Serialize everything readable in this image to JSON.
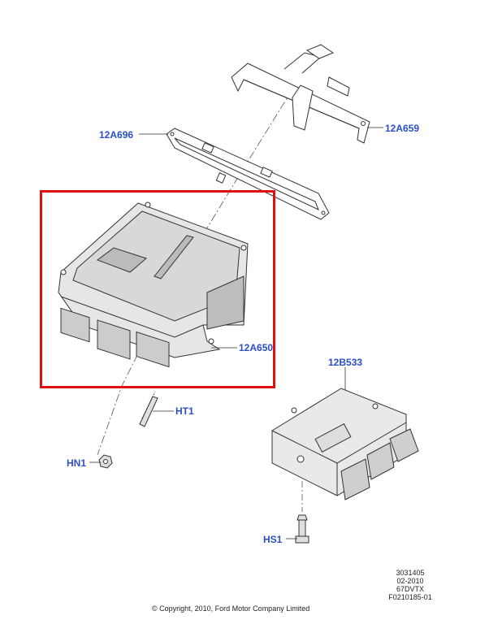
{
  "callouts": {
    "bracket": "12A659",
    "gasket": "12A696",
    "module": "12A650",
    "connector_module": "12B533",
    "stud": "HT1",
    "nut": "HN1",
    "bolt": "HS1"
  },
  "footer": {
    "copyright": "© Copyright, 2010, Ford Motor Company Limited",
    "ref_lines": [
      "3031405",
      "02-2010",
      "67DVTX",
      "F0210185-01"
    ]
  },
  "colors": {
    "callout": "#2b4fc7",
    "highlight": "#e01010",
    "line": "#333333"
  }
}
